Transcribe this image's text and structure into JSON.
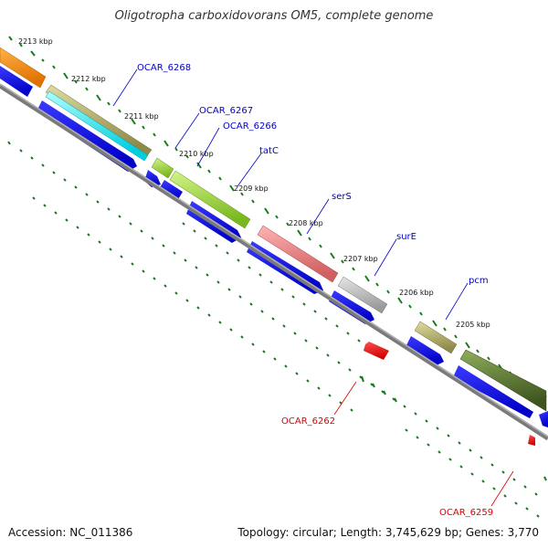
{
  "title": "Oligotropha carboxidovorans OM5, complete genome",
  "footer": {
    "accession": "Accession: NC_011386",
    "summary": "Topology: circular; Length: 3,745,629 bp; Genes: 3,770"
  },
  "kbp_labels": [
    "2213 kbp",
    "2212 kbp",
    "2211 kbp",
    "2210 kbp",
    "2209 kbp",
    "2208 kbp",
    "2207 kbp",
    "2206 kbp",
    "2205 kbp"
  ],
  "gene_labels": [
    {
      "text": "OCAR_6268",
      "color": "#0000cc"
    },
    {
      "text": "OCAR_6267",
      "color": "#0000cc"
    },
    {
      "text": "OCAR_6266",
      "color": "#0000cc"
    },
    {
      "text": "tatC",
      "color": "#0000cc"
    },
    {
      "text": "serS",
      "color": "#0000cc"
    },
    {
      "text": "surE",
      "color": "#0000cc"
    },
    {
      "text": "pcm",
      "color": "#0000cc"
    },
    {
      "text": "OCAR_6262",
      "color": "#dd0000"
    },
    {
      "text": "OCAR_6259",
      "color": "#dd0000"
    }
  ],
  "colors": {
    "backbone": "#888888",
    "cds_forward": "#0000ff",
    "cds_reverse": "#ff0000",
    "tick": "#1a7a1a",
    "cog_orange": "#ff8c00",
    "cog_khaki": "#bdb76b",
    "cog_cyan": "#00ffff",
    "cog_lime": "#9acd32",
    "cog_salmon": "#f08080",
    "cog_grey": "#c0c0c0",
    "cog_olive": "#556b2f"
  }
}
